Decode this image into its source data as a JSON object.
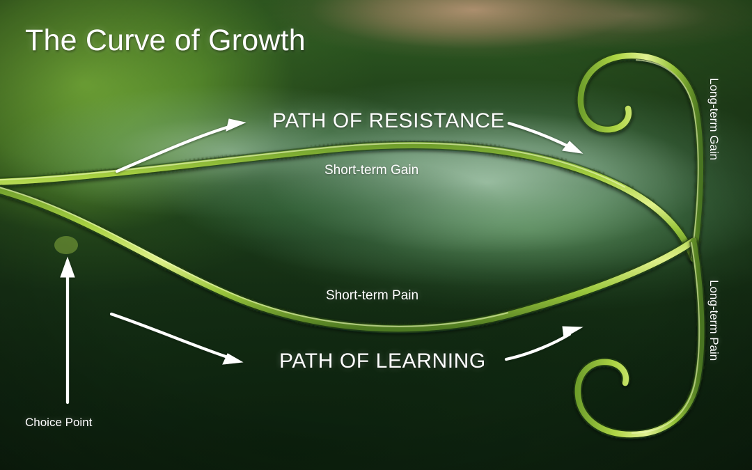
{
  "slide": {
    "title": "The Curve of Growth",
    "background_description": "blurred green foliage photograph"
  },
  "labels": {
    "path_resistance": "PATH OF RESISTANCE",
    "path_learning": "PATH OF LEARNING",
    "short_term_gain": "Short-term Gain",
    "short_term_pain": "Short-term Pain",
    "long_term_gain": "Long-term Gain",
    "long_term_pain": "Long-term Pain",
    "choice_point": "Choice Point"
  },
  "colors": {
    "text": "#ffffff",
    "vine_light": "#c8e66a",
    "vine_mid": "#8cc63f",
    "vine_dark": "#5a8f26",
    "background_dark_green": "#15301a",
    "background_pale_green": "#bcddc4",
    "background_warm_tan": "#c0a07e"
  },
  "arrows": [
    {
      "name": "upper-left-arrow",
      "direction": "curves up and to the right",
      "points_to": "path-of-resistance-label"
    },
    {
      "name": "upper-right-arrow",
      "direction": "curves down and to the right",
      "points_to": "long-term-gain-spiral"
    },
    {
      "name": "lower-left-arrow",
      "direction": "curves down and to the right",
      "points_to": "path-of-learning-label"
    },
    {
      "name": "lower-right-arrow",
      "direction": "curves up and to the right",
      "points_to": "long-term-pain-spiral"
    },
    {
      "name": "choice-point-arrow",
      "direction": "points straight up",
      "points_to": "vine-crossing-point"
    }
  ],
  "vines": {
    "upper_curve_label": "upper tendril - path of resistance",
    "lower_curve_label": "lower tendril - path of learning",
    "crossing_label": "choice point crossing"
  }
}
